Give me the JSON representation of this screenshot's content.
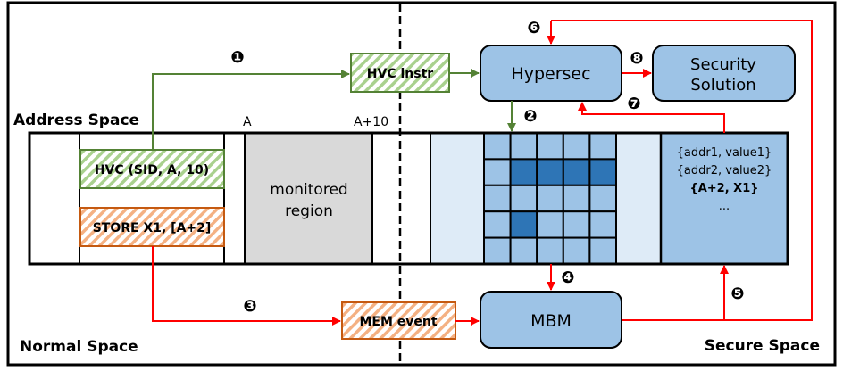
{
  "regions": {
    "normal_space": "Normal Space",
    "secure_space": "Secure Space",
    "address_space": "Address Space"
  },
  "address_markers": {
    "start": "A",
    "end": "A+10"
  },
  "normal_code": {
    "hvc_call": "HVC (SID, A, 10)",
    "store_instr": "STORE X1, [A+2]"
  },
  "monitored_region": {
    "line1": "monitored",
    "line2": "region"
  },
  "transitions": {
    "hvc_instr": "HVC instr",
    "mem_event": "MEM event"
  },
  "secure_components": {
    "hypersec": "Hypersec",
    "security_solution_line1": "Security",
    "security_solution_line2": "Solution",
    "mbm": "MBM"
  },
  "bitmap": {
    "rows": 5,
    "cols": 5,
    "set_cells": [
      [
        1,
        1
      ],
      [
        1,
        2
      ],
      [
        1,
        3
      ],
      [
        1,
        4
      ],
      [
        3,
        1
      ]
    ]
  },
  "log": {
    "entries": [
      "{addr1, value1}",
      "{addr2, value2}",
      "{A+2, X1}",
      "..."
    ],
    "highlighted_index": 2
  },
  "steps": {
    "s1": "❶",
    "s2": "❷",
    "s3": "❸",
    "s4": "❹",
    "s5": "❺",
    "s6": "❻",
    "s7": "❼",
    "s8": "❽"
  },
  "colors": {
    "green": "#548235",
    "green_hatch": "#a9d18e",
    "orange": "#c55a11",
    "orange_hatch": "#f4b183",
    "red": "#ff0000",
    "box_blue": "#9dc3e6",
    "light_blue": "#deebf7",
    "dark_blue": "#2e75b6",
    "gray": "#d9d9d9"
  }
}
